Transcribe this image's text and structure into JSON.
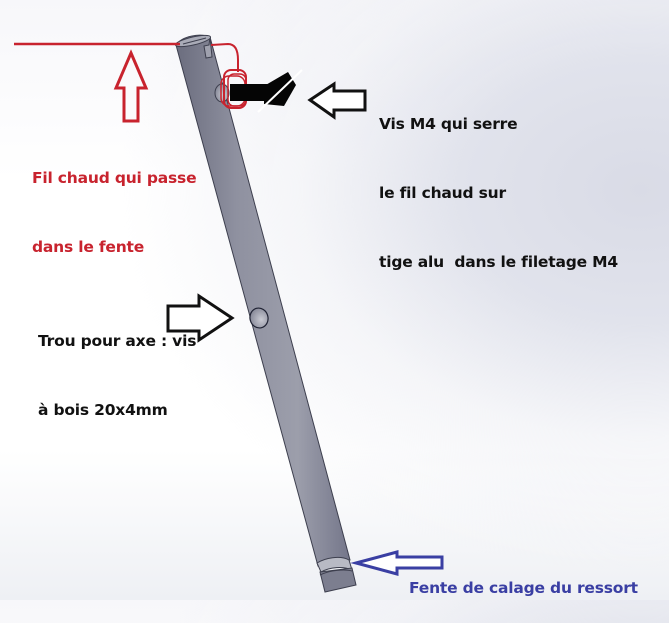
{
  "colors": {
    "rod_fill": "#8c8e9c",
    "rod_dark": "#5f6172",
    "rod_light": "#a6a8b5",
    "annotation_red": "#c8232e",
    "annotation_black": "#111111",
    "annotation_blue": "#3a3fa3",
    "background_tint": "#dfe1ea"
  },
  "annotations": {
    "hot_wire": {
      "line1": "Fil chaud qui passe",
      "line2": "dans le fente",
      "arrow_direction": "up",
      "color": "red"
    },
    "screw": {
      "line1": "Vis M4 qui serre",
      "line2": "le fil chaud sur",
      "line3": "tige alu  dans le filetage M4",
      "arrow_direction": "left",
      "color": "black"
    },
    "axle_hole": {
      "line1": "Trou pour axe : vis",
      "line2": "à bois 20x4mm",
      "arrow_direction": "right",
      "color": "black"
    },
    "spring_slot": {
      "line1": "Fente de calage du ressort",
      "arrow_direction": "left",
      "color": "blue"
    }
  },
  "parts": {
    "rod": "aluminium rod (tige alu)",
    "screw": "M4 screw",
    "wire": "hot wire (fil chaud)"
  }
}
